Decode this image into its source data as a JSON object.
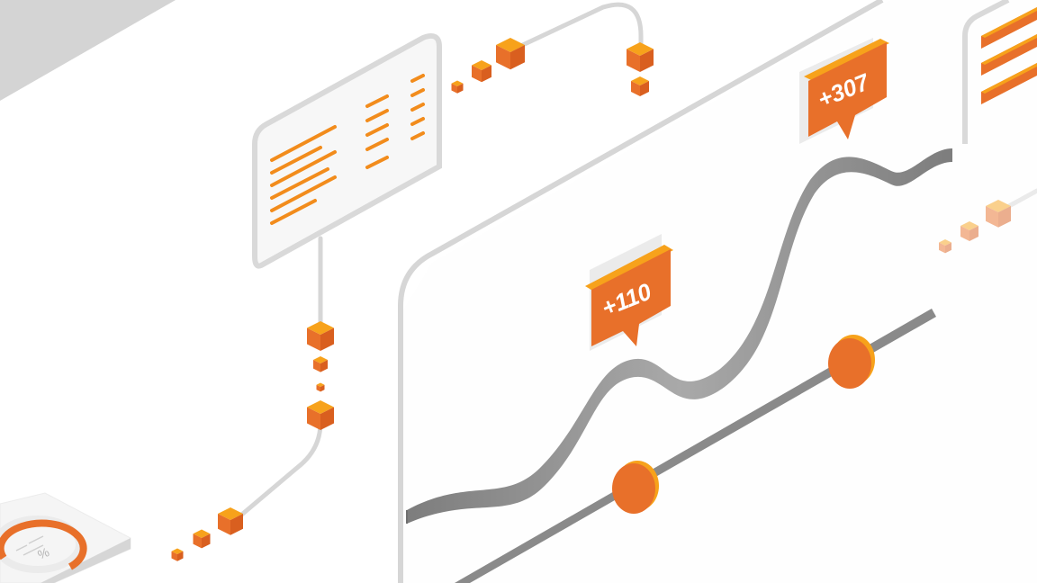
{
  "illustration": {
    "bubbles": [
      {
        "label": "+110"
      },
      {
        "label": "+307"
      }
    ],
    "gauge": {
      "symbol": "%",
      "fill_fraction": 0.75
    },
    "colors": {
      "accent": "#E8702A",
      "accent_light": "#F7A21B",
      "ribbon": "#8F8F8F",
      "outline": "#D6D6D6",
      "panel_shadow": "#CFCFCF"
    }
  }
}
